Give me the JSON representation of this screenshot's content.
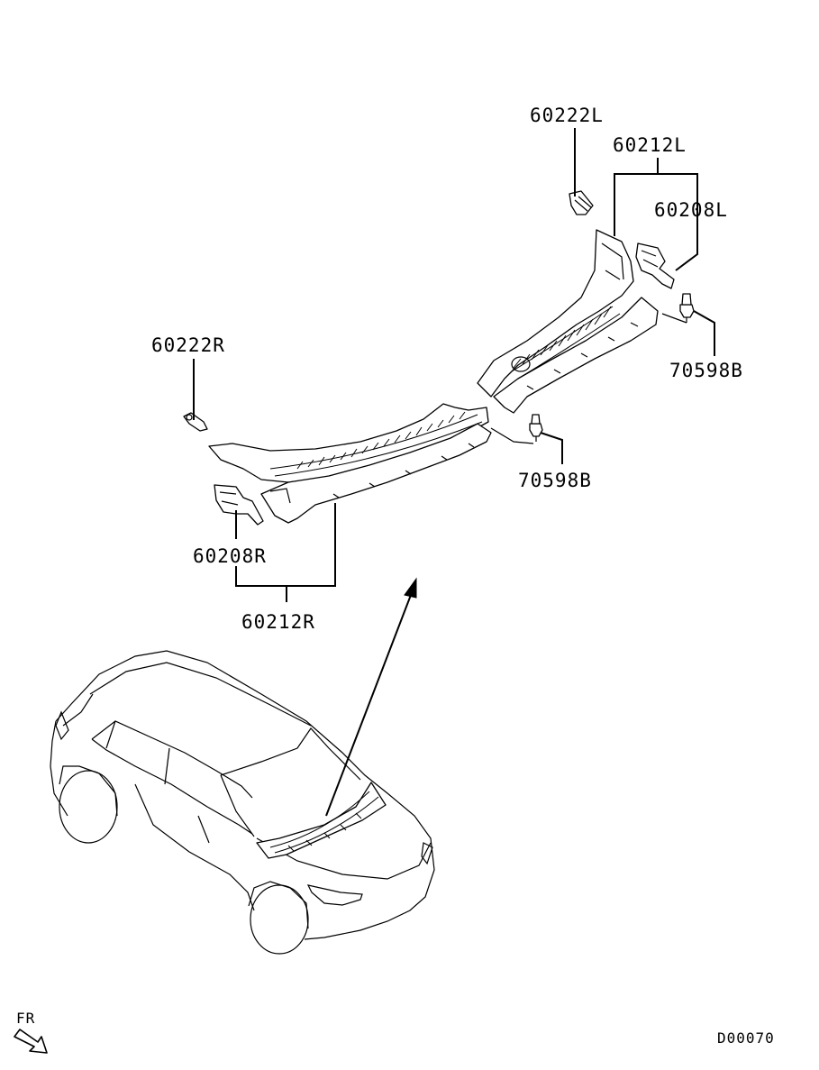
{
  "diagram": {
    "part_labels": {
      "clip_left": "60222L",
      "cowl_top_left": "60212L",
      "seal_left": "60208L",
      "fastener_left": "70598B",
      "clip_right": "60222R",
      "fastener_right": "70598B",
      "seal_right": "60208R",
      "cowl_top_right": "60212R"
    },
    "direction_label": "FR",
    "diagram_code": "D00070"
  }
}
